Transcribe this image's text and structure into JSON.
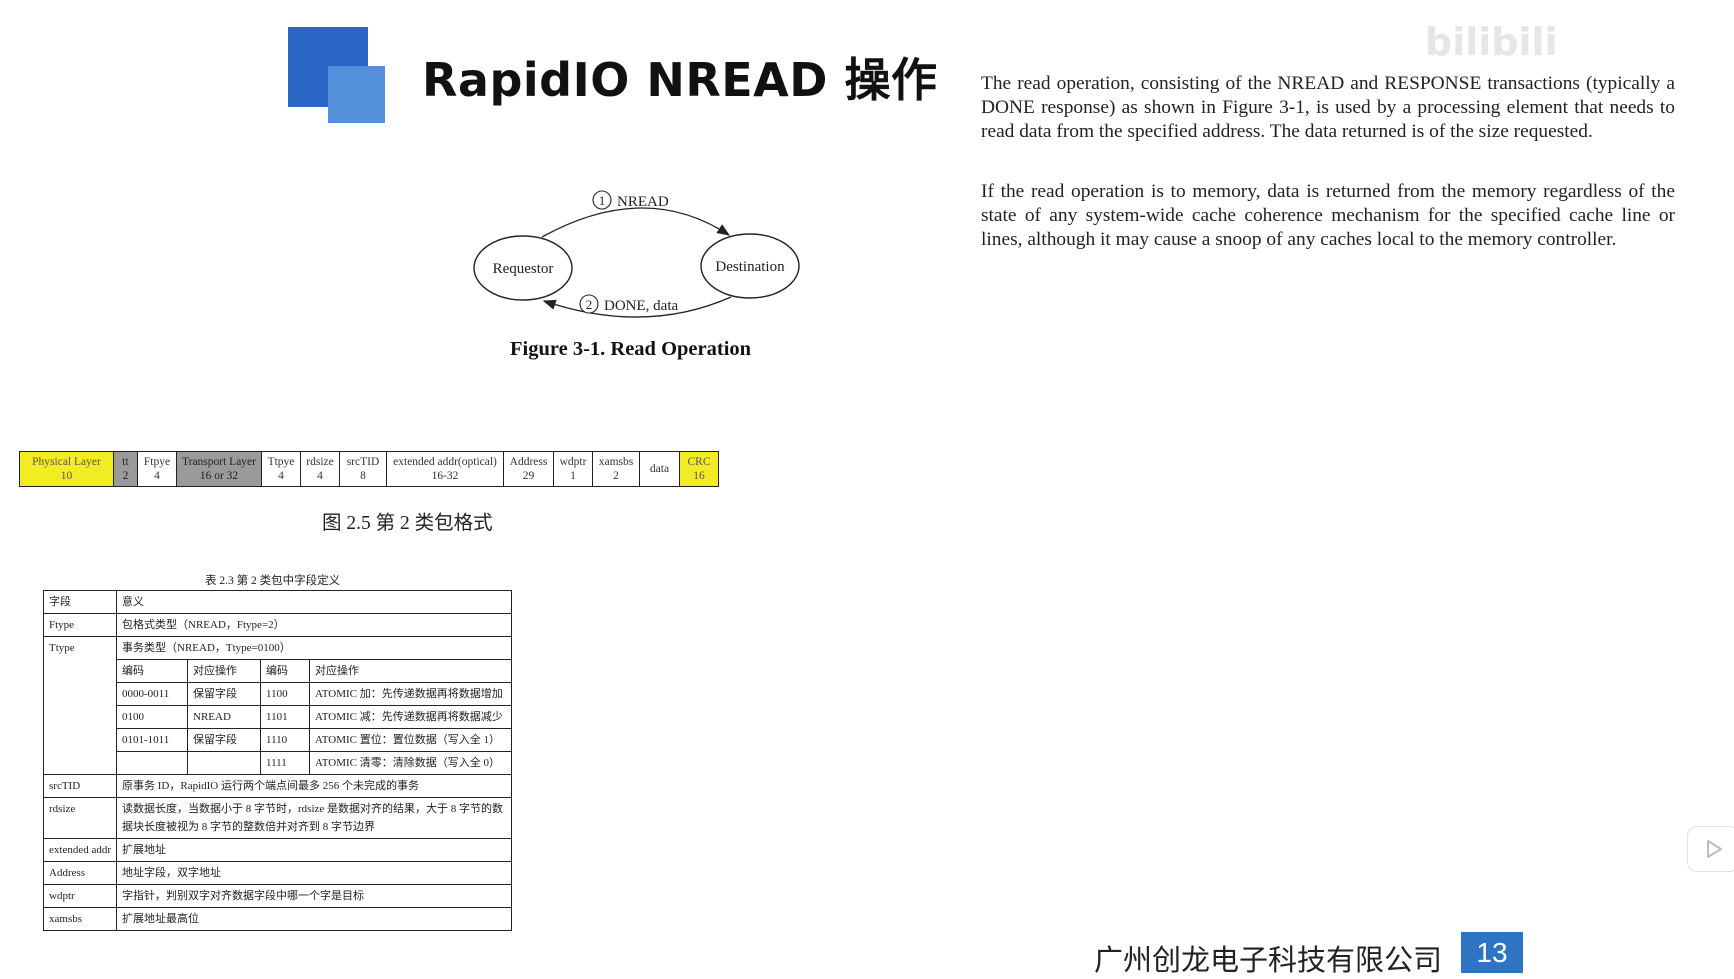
{
  "slide": {
    "title": "RapidIO NREAD 操作",
    "company": "广州创龙电子科技有限公司",
    "page_number": "13",
    "watermark": "bilibili"
  },
  "description": {
    "paragraphs": [
      "The read operation, consisting of the NREAD and RESPONSE transactions (typically a DONE response) as shown in Figure 3-1, is used by a processing element that needs to read data from the specified address. The data returned is of the size requested.",
      "If the read operation is to memory, data is returned from the memory regardless of the state of any system-wide cache coherence mechanism for the specified cache line or lines, although it may cause a snoop of any caches local to the memory controller."
    ]
  },
  "diagram": {
    "requestor": "Requestor",
    "destination": "Destination",
    "step1_num": "1",
    "step1_label": "NREAD",
    "step2_num": "2",
    "step2_label": "DONE, data",
    "caption": "Figure 3-1. Read Operation"
  },
  "packet": {
    "caption": "图 2.5  第 2 类包格式",
    "fields": [
      {
        "name": "Physical Layer",
        "bits": "10",
        "style": "yellow"
      },
      {
        "name": "tt",
        "bits": "2",
        "style": "gray"
      },
      {
        "name": "Ftpye",
        "bits": "4",
        "style": "plain"
      },
      {
        "name": "Transport Layer",
        "bits": "16 or 32",
        "style": "gray"
      },
      {
        "name": "Ttpye",
        "bits": "4",
        "style": "plain"
      },
      {
        "name": "rdsize",
        "bits": "4",
        "style": "plain"
      },
      {
        "name": "srcTID",
        "bits": "8",
        "style": "plain"
      },
      {
        "name": "extended addr(optical)",
        "bits": "16-32",
        "style": "plain"
      },
      {
        "name": "Address",
        "bits": "29",
        "style": "plain"
      },
      {
        "name": "wdptr",
        "bits": "1",
        "style": "plain"
      },
      {
        "name": "xamsbs",
        "bits": "2",
        "style": "plain"
      },
      {
        "name": "data",
        "bits": "",
        "style": "plain"
      },
      {
        "name": "CRC",
        "bits": "16",
        "style": "yellow"
      }
    ]
  },
  "field_table": {
    "caption": "表 2.3  第 2 类包中字段定义",
    "header": [
      "字段",
      "意义"
    ],
    "ftype": [
      "Ftype",
      "包格式类型（NREAD，Ftype=2）"
    ],
    "ttype_label": "Ttype",
    "ttype_desc": "事务类型（NREAD，Ttype=0100）",
    "ttype_header": [
      "编码",
      "对应操作",
      "编码",
      "对应操作"
    ],
    "ttype_rows": [
      [
        "0000-0011",
        "保留字段",
        "1100",
        "ATOMIC 加：先传递数据再将数据增加"
      ],
      [
        "0100",
        "NREAD",
        "1101",
        "ATOMIC 减：先传递数据再将数据减少"
      ],
      [
        "0101-1011",
        "保留字段",
        "1110",
        "ATOMIC 置位：置位数据（写入全 1）"
      ],
      [
        "",
        "",
        "1111",
        "ATOMIC 清零：清除数据（写入全 0）"
      ]
    ],
    "rows": [
      [
        "srcTID",
        "原事务 ID，RapidIO 运行两个端点间最多 256 个未完成的事务"
      ],
      [
        "rdsize",
        "读数据长度，当数据小于 8 字节时，rdsize 是数据对齐的结果，大于 8 字节的数据块长度被视为 8 字节的整数倍并对齐到 8 字节边界"
      ],
      [
        "extended addr",
        "扩展地址"
      ],
      [
        "Address",
        "地址字段，双字地址"
      ],
      [
        "wdptr",
        "字指针，判别双字对齐数据字段中哪一个字是目标"
      ],
      [
        "xamsbs",
        "扩展地址最高位"
      ]
    ]
  }
}
